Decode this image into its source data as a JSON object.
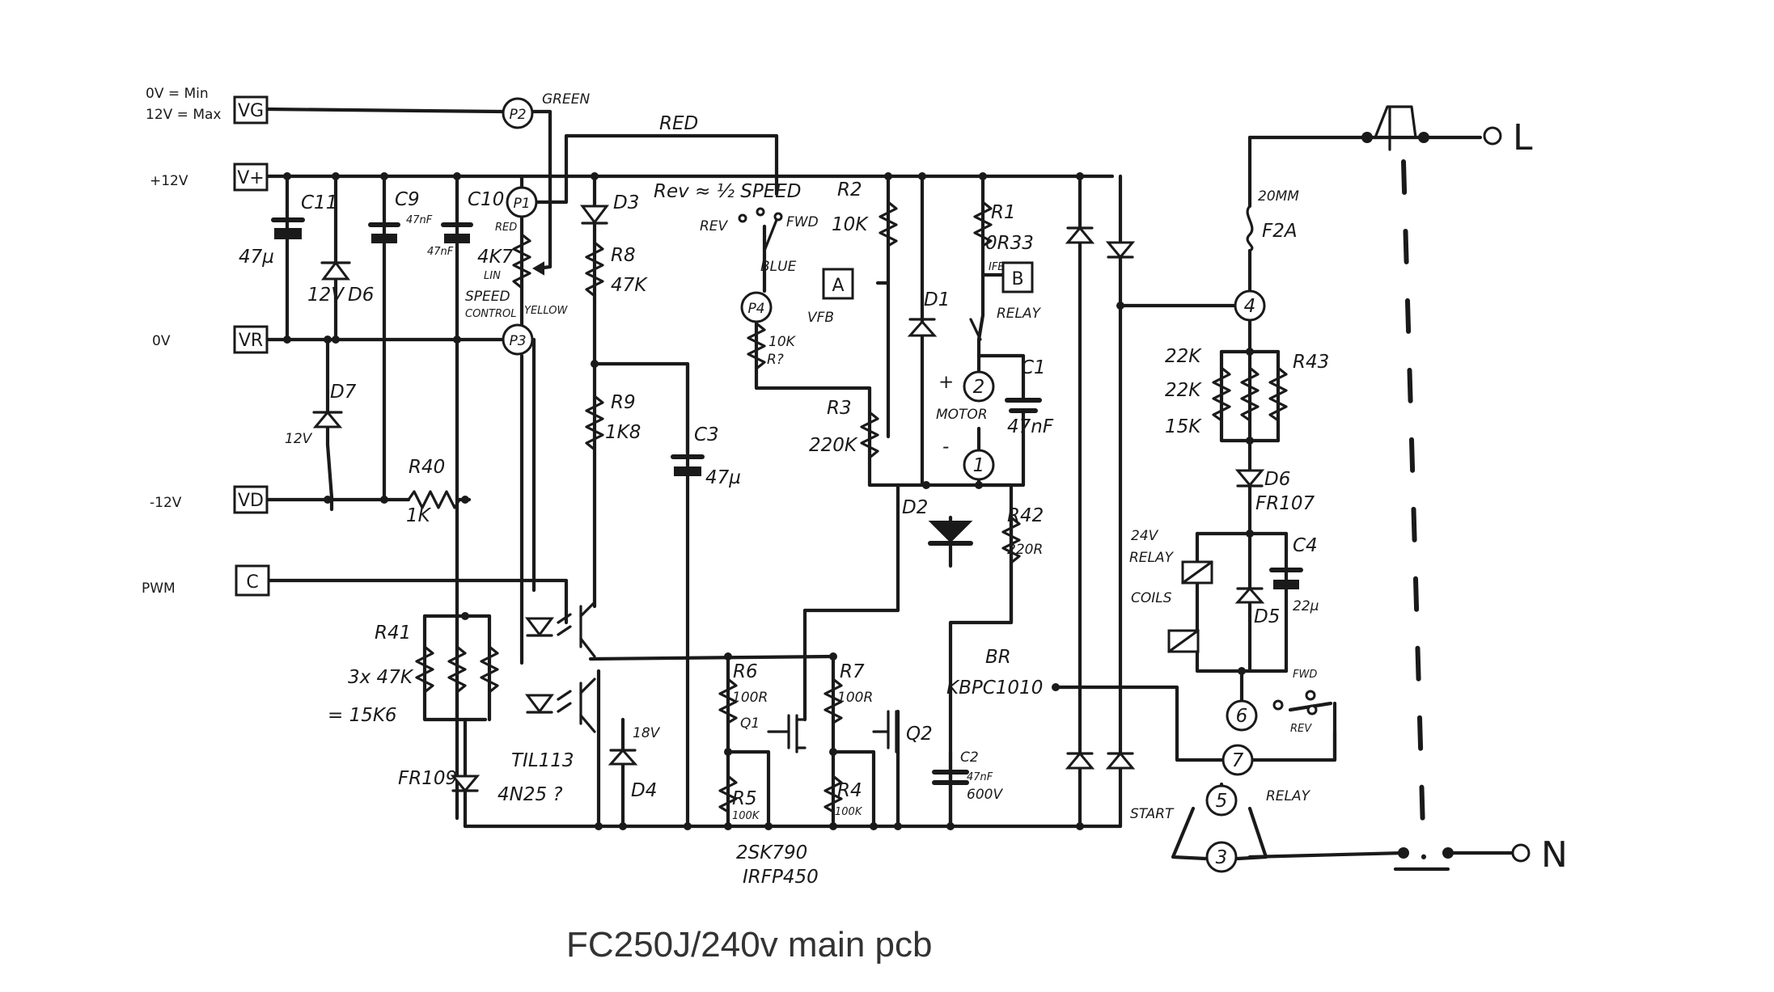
{
  "title": "FC250J/240v  main pcb",
  "side_labels": {
    "vg_range_min": "0V = Min",
    "vg_range_max": "12V = Max",
    "plus12": "+12V",
    "zero_v": "0V",
    "minus12": "-12V",
    "pwm": "PWM"
  },
  "terminals": {
    "vg": "VG",
    "vplus": "V+",
    "vr": "VR",
    "vd": "VD",
    "c": "C",
    "a": "A",
    "b": "B"
  },
  "pins": {
    "p1": "P1",
    "p2": "P2",
    "p3": "P3",
    "p4": "P4",
    "n1": "1",
    "n2": "2",
    "n3": "3",
    "n4": "4",
    "n5": "5",
    "n6": "6",
    "n7": "7"
  },
  "wire_labels": {
    "green": "GREEN",
    "red_top": "RED",
    "red_pot": "RED",
    "yellow": "YELLOW",
    "blue": "BLUE",
    "rev_speed": "Rev ≈ ½ SPEED",
    "rev": "REV",
    "fwd": "FWD",
    "vfb": "VFB",
    "ifb": "IFB",
    "relay": "RELAY"
  },
  "components": {
    "c11": "C11",
    "c11_value": "47µ",
    "c9": "C9",
    "c9_value": "47nF",
    "c10": "C10",
    "c10_value": "47nF",
    "d6_left": "D6",
    "d6_left_value": "12V",
    "pot_value": "4K7",
    "pot_taper": "LIN",
    "pot_name_1": "SPEED",
    "pot_name_2": "CONTROL",
    "d3": "D3",
    "r8": "R8",
    "r8_value": "47K",
    "r9": "R9",
    "r9_value": "1K8",
    "c3": "C3",
    "c3_value": "47µ",
    "r2": "R2",
    "r2_value": "10K",
    "r_blue_value": "10K",
    "r_blue_name": "R?",
    "r3": "R3",
    "r3_value": "220K",
    "d1": "D1",
    "r1": "R1",
    "r1_value": "0R33",
    "c1": "C1",
    "c1_value": "47nF",
    "motor": "MOTOR",
    "plus": "+",
    "minus": "-",
    "d7": "D7",
    "d7_value": "12V",
    "r40": "R40",
    "r40_value": "1K",
    "d2": "D2",
    "r42": "R42",
    "r42_value": "220R",
    "r41": "R41",
    "r41_value_1": "3x 47K",
    "r41_value_2": "= 15K6",
    "fr109": "FR109",
    "opto_1": "TIL113",
    "opto_2": "4N25 ?",
    "d4": "D4",
    "d4_value": "18V",
    "r6": "R6",
    "r6_value": "100R",
    "q1": "Q1",
    "r7": "R7",
    "r7_value": "100R",
    "q2": "Q2",
    "r5": "R5",
    "r5_value": "100K",
    "r4": "R4",
    "r4_value": "100K",
    "mosfet_1": "2SK790",
    "mosfet_2": "IRFP450",
    "br": "BR",
    "br_value": "KBPC1010",
    "c2": "C2",
    "c2_value_1": "47nF",
    "c2_value_2": "600V",
    "fuse_1": "20MM",
    "fuse_2": "F2A",
    "r43": "R43",
    "r43_v1": "22K",
    "r43_v2": "22K",
    "r43_v3": "15K",
    "d6_right": "D6",
    "d6_right_value": "FR107",
    "relay_1": "24V",
    "relay_2": "RELAY",
    "relay_3": "COILS",
    "c4": "C4",
    "c4_value": "22µ",
    "d5": "D5",
    "fwd_right": "FWD",
    "rev_right": "REV",
    "start": "START",
    "relay_right": "RELAY",
    "live": "L",
    "neutral": "N"
  }
}
